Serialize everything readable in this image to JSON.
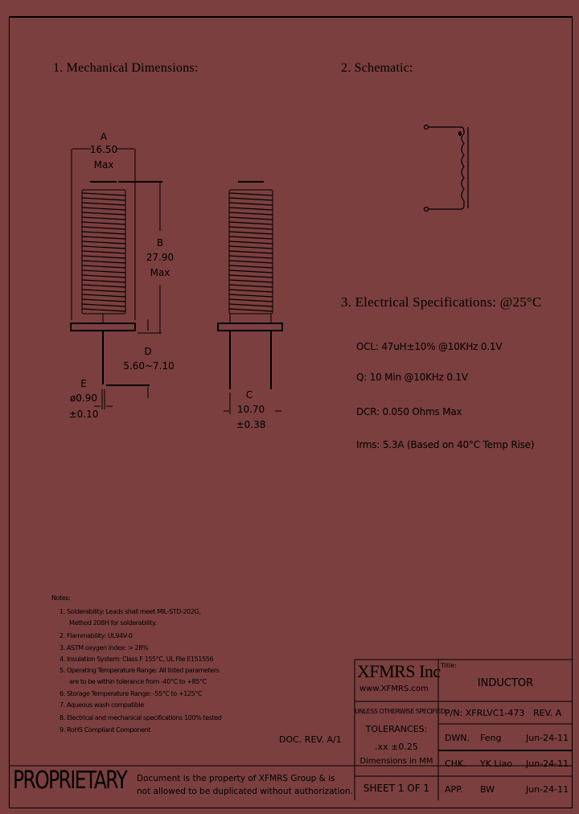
{
  "sections": {
    "mechanical": {
      "title": "1. Mechanical Dimensions:"
    },
    "schematic": {
      "title": "2. Schematic:"
    },
    "electrical": {
      "title": "3. Electrical Specifications: @25°C"
    }
  },
  "dimensions": {
    "A": {
      "label": "A",
      "value": "16.50",
      "suffix": "Max"
    },
    "B": {
      "label": "B",
      "value": "27.90",
      "suffix": "Max"
    },
    "C": {
      "label": "C",
      "value": "10.70",
      "tolerance": "±0.38"
    },
    "D": {
      "label": "D",
      "value": "5.60~7.10"
    },
    "E": {
      "label": "E",
      "value": "ø0.90",
      "tolerance": "±0.10"
    }
  },
  "electrical_specs": [
    "OCL: 47uH±10% @10KHz 0.1V",
    "Q: 10 Min @10KHz 0.1V",
    "DCR: 0.050 Ohms Max",
    "Irms: 5.3A (Based on 40°C Temp Rise)"
  ],
  "notes": {
    "heading": "Notes:",
    "items": [
      "1. Solderability: Leads shall meet MIL-STD-202G,",
      "    Method 208H for solderability.",
      "2. Flammability: UL94V-0",
      "3. ASTM oxygen index: > 28%",
      "4. Insulation System: Class F 155°C, UL File E151556",
      "5. Operating Temperature Range: All listed parameters",
      "    are to be within tolerance from -40°C to +85°C",
      "6. Storage Temperature Range: -55°C to +125°C",
      "7. Aqueous wash compatible",
      "8. Electrical and mechanical specifications 100% tested",
      "9. RoHS Compliant Component"
    ]
  },
  "title_block": {
    "company": "XFMRS Inc",
    "website": "www.XFMRS.com",
    "title_label": "Title:",
    "title": "INDUCTOR",
    "unless_specified": "UNLESS OTHERWISE SPECIFIED",
    "tolerances_label": "TOLERANCES:",
    "tolerance_value": ".xx ±0.25",
    "units": "Dimensions in MM",
    "part_number": "P/N: XFRLVC1-473",
    "revision": "REV. A",
    "doc_rev": "DOC. REV. A/1",
    "sheet": "SHEET  1  OF  1",
    "rows": [
      {
        "role": "DWN.",
        "name": "Feng",
        "date": "Jun-24-11"
      },
      {
        "role": "CHK.",
        "name": "YK Liao",
        "date": "Jun-24-11"
      },
      {
        "role": "APP.",
        "name": "BW",
        "date": "Jun-24-11"
      }
    ],
    "proprietary": "PROPRIETARY",
    "proprietary_line1": "Document is the property of XFMRS Group & is",
    "proprietary_line2": "not allowed to be duplicated without authorization."
  },
  "colors": {
    "background": "#7b3f3f",
    "ink": "#000000"
  }
}
